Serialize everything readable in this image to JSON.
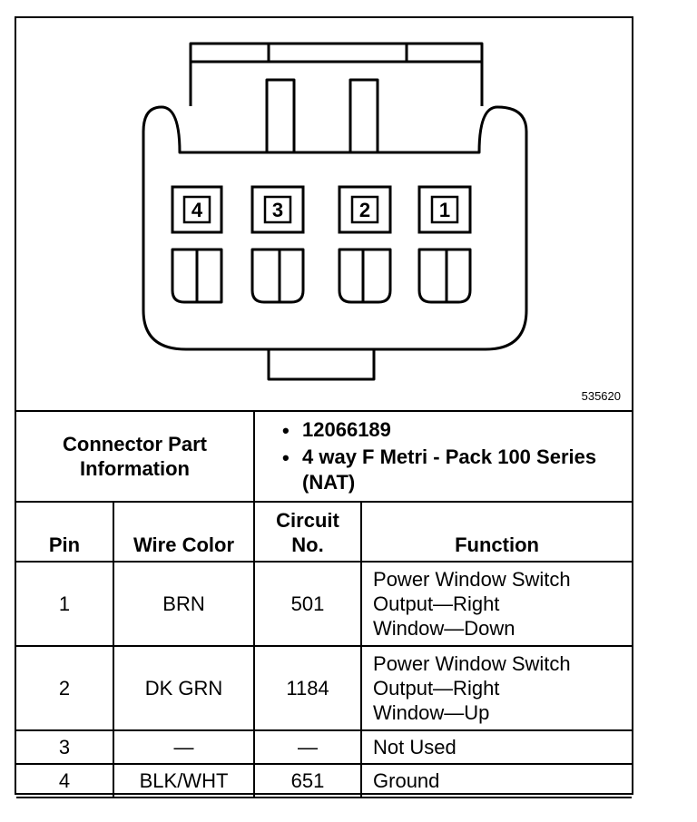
{
  "diagram": {
    "figure_id": "535620",
    "pin_labels": [
      "4",
      "3",
      "2",
      "1"
    ]
  },
  "connector_info": {
    "title": "Connector Part Information",
    "items": [
      "12066189",
      "4 way F Metri - Pack 100 Series (NAT)"
    ]
  },
  "table": {
    "headers": {
      "pin": "Pin",
      "wire_color": "Wire Color",
      "circuit_no": "Circuit No.",
      "function": "Function"
    },
    "rows": [
      {
        "pin": "1",
        "wire_color": "BRN",
        "circuit": "501",
        "function": [
          "Power Window Switch",
          "Output—Right",
          "Window—Down"
        ]
      },
      {
        "pin": "2",
        "wire_color": "DK GRN",
        "circuit": "1184",
        "function": [
          "Power Window Switch",
          "Output—Right",
          "Window—Up"
        ]
      },
      {
        "pin": "3",
        "wire_color": "—",
        "circuit": "—",
        "function": [
          "Not Used"
        ]
      },
      {
        "pin": "4",
        "wire_color": "BLK/WHT",
        "circuit": "651",
        "function": [
          "Ground"
        ]
      }
    ]
  }
}
